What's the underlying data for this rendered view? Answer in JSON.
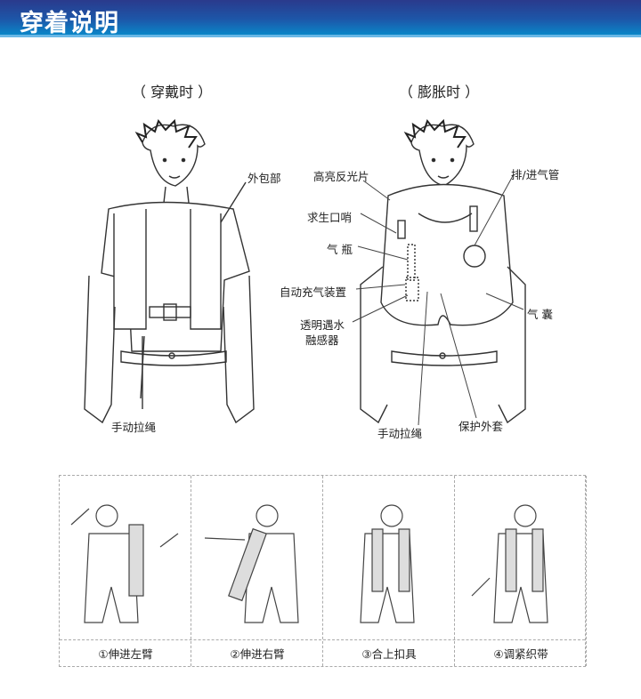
{
  "header": {
    "title": "穿着说明"
  },
  "captions": {
    "worn": "（ 穿戴时 ）",
    "inflated": "（ 膨胀时 ）"
  },
  "worn_labels": {
    "outer_cover": "外包部",
    "manual_pull": "手动拉绳"
  },
  "inflated_labels": {
    "reflective": "高亮反光片",
    "whistle": "求生口哨",
    "cylinder": "气 瓶",
    "auto_inflator": "自动充气装置",
    "sensor_line1": "透明遇水",
    "sensor_line2": "融感器",
    "oral_tube": "排/进气管",
    "bladder": "气 囊",
    "manual_pull": "手动拉绳",
    "protective_cover": "保护外套"
  },
  "steps": [
    {
      "label": "①伸进左臂"
    },
    {
      "label": "②伸进右臂"
    },
    {
      "label": "③合上扣具"
    },
    {
      "label": "④调紧织带"
    }
  ],
  "colors": {
    "header_top": "#2a3a8c",
    "header_bottom": "#0a86c8",
    "header_border": "#6ab8e6"
  }
}
